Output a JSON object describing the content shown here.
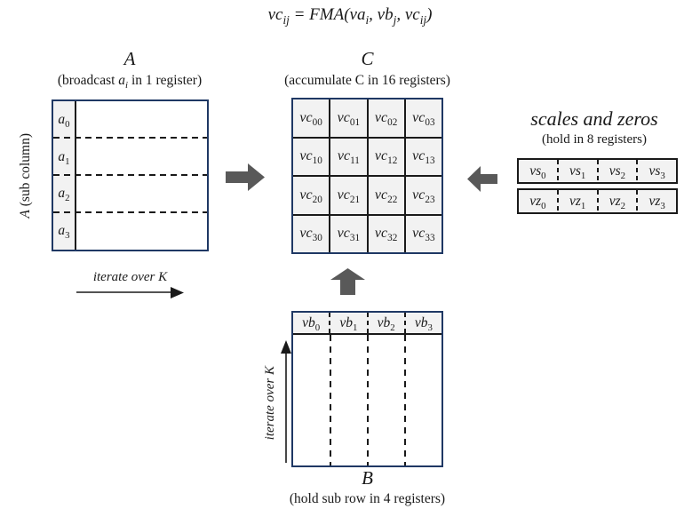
{
  "formula": {
    "t1": "vc",
    "s1": "ij",
    "t2": " = FMA(va",
    "s2": "i",
    "t3": ", vb",
    "s3": "j",
    "t4": ", vc",
    "s4": "ij",
    "t5": ")"
  },
  "a": {
    "title": "A",
    "subtitle_pre": "(broadcast ",
    "subtitle_var": "a",
    "subtitle_var_sub": "i",
    "subtitle_post": " in 1 register)",
    "side_label_var": "A",
    "side_label_rest": " (sub column)",
    "base": "a",
    "subs": [
      "0",
      "1",
      "2",
      "3"
    ],
    "iterate_label": "iterate over K"
  },
  "c": {
    "title": "C",
    "subtitle": "(accumulate C in 16 registers)",
    "base": "vc",
    "subs": [
      "00",
      "01",
      "02",
      "03",
      "10",
      "11",
      "12",
      "13",
      "20",
      "21",
      "22",
      "23",
      "30",
      "31",
      "32",
      "33"
    ]
  },
  "scales": {
    "title": "scales and zeros",
    "subtitle": "(hold in 8 registers)",
    "vs_base": "vs",
    "vs_subs": [
      "0",
      "1",
      "2",
      "3"
    ],
    "vz_base": "vz",
    "vz_subs": [
      "0",
      "1",
      "2",
      "3"
    ]
  },
  "b": {
    "title": "B",
    "subtitle": "(hold sub row in 4 registers)",
    "base": "vb",
    "subs": [
      "0",
      "1",
      "2",
      "3"
    ],
    "iterate_label": "iterate over K"
  },
  "colors": {
    "outer_border_navy": "#1f3864",
    "cell_fill_gray": "#f2f2f2",
    "block_arrow_gray": "#595959",
    "line_black": "#1a1a1a"
  }
}
